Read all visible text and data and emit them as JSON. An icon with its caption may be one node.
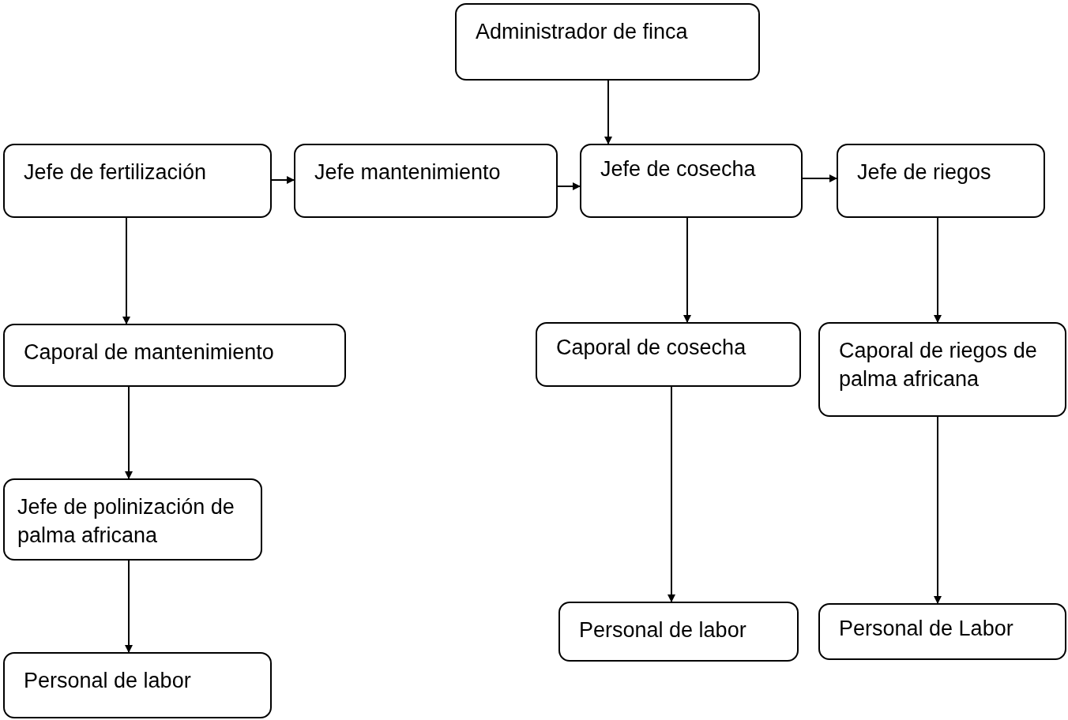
{
  "diagram": {
    "nodes": [
      {
        "text": [
          "Administrador de finca"
        ]
      },
      {
        "text": [
          "Jefe de fertilización"
        ]
      },
      {
        "text": [
          "Jefe mantenimiento"
        ]
      },
      {
        "text": [
          "Jefe de cosecha"
        ]
      },
      {
        "text": [
          "Jefe de riegos"
        ]
      },
      {
        "text": [
          "Caporal de mantenimiento"
        ]
      },
      {
        "text": [
          "Caporal de cosecha"
        ]
      },
      {
        "text": [
          "Caporal de riegos de palma africana"
        ]
      },
      {
        "text": [
          "Jefe de polinización de palma africana"
        ]
      },
      {
        "text": [
          "Personal de labor"
        ]
      },
      {
        "text": [
          "Personal de labor"
        ]
      },
      {
        "text": [
          "Personal de Labor"
        ]
      }
    ],
    "edges": [
      {
        "from": 0,
        "to": 3,
        "arrow": "to"
      },
      {
        "from": 1,
        "to": 2,
        "arrow": "to"
      },
      {
        "from": 2,
        "to": 3,
        "arrow": "to"
      },
      {
        "from": 3,
        "to": 4,
        "arrow": "to"
      },
      {
        "from": 1,
        "to": 5,
        "arrow": "to"
      },
      {
        "from": 5,
        "to": 8,
        "arrow": "to"
      },
      {
        "from": 8,
        "to": 9,
        "arrow": "to"
      },
      {
        "from": 3,
        "to": 6,
        "arrow": "to"
      },
      {
        "from": 6,
        "to": 10,
        "arrow": "to"
      },
      {
        "from": 4,
        "to": 7,
        "arrow": "to"
      },
      {
        "from": 7,
        "to": 11,
        "arrow": "to"
      }
    ]
  }
}
